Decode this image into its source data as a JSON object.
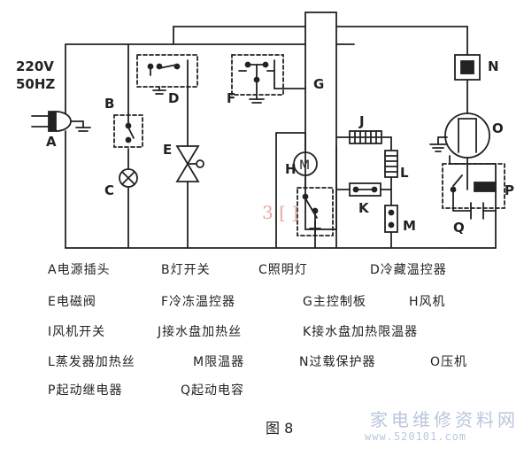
{
  "power": {
    "voltage": "220V",
    "frequency": "50HZ"
  },
  "component_letters": [
    "A",
    "B",
    "C",
    "D",
    "E",
    "F",
    "G",
    "H",
    "J",
    "K",
    "L",
    "M",
    "N",
    "O",
    "P",
    "Q"
  ],
  "motor_symbol": "M",
  "legend": [
    [
      "A电源插头",
      "B灯开关",
      "C照明灯",
      "D冷藏温控器"
    ],
    [
      "E电磁阀",
      "F冷冻温控器",
      "G主控制板",
      "H风机"
    ],
    [
      "I风机开关",
      "J接水盘加热丝",
      "K接水盘加热限温器"
    ],
    [
      "L蒸发器加热丝",
      "M限温器",
      "N过载保护器",
      "O压机"
    ],
    [
      "P起动继电器",
      "Q起动电容"
    ]
  ],
  "figure_caption": "图 8",
  "watermark": {
    "site_name": "家电维修资料网",
    "url": "www.520101.com"
  },
  "stamp_text": "3 [ ]"
}
